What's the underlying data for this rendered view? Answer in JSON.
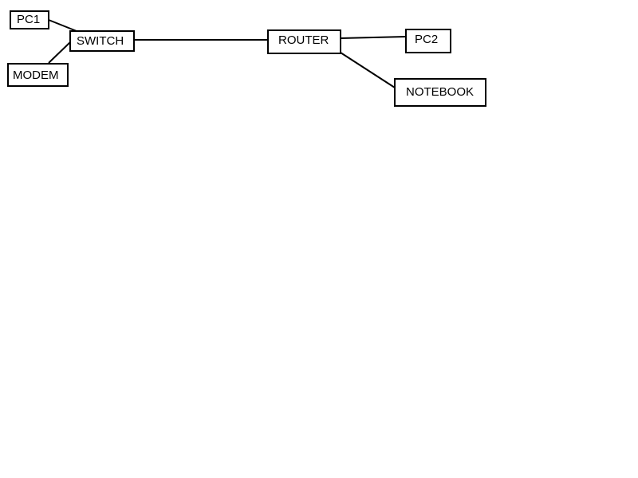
{
  "diagram": {
    "nodes": [
      {
        "id": "pc1",
        "label": "PC1"
      },
      {
        "id": "switch",
        "label": "SWITCH"
      },
      {
        "id": "modem",
        "label": "MODEM"
      },
      {
        "id": "router",
        "label": "ROUTER"
      },
      {
        "id": "pc2",
        "label": "PC2"
      },
      {
        "id": "notebook",
        "label": "NOTEBOOK"
      }
    ],
    "links": [
      {
        "from": "pc1",
        "to": "switch"
      },
      {
        "from": "modem",
        "to": "switch"
      },
      {
        "from": "switch",
        "to": "router"
      },
      {
        "from": "router",
        "to": "pc2"
      },
      {
        "from": "router",
        "to": "notebook"
      }
    ],
    "colors": {
      "stroke": "#000000",
      "fill": "#ffffff",
      "text": "#000000"
    }
  }
}
